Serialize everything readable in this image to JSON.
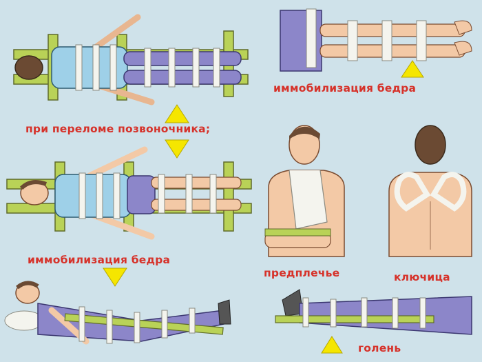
{
  "captions": {
    "spine": "при переломе позвоночника;",
    "hip_top": "иммобилизация бедра",
    "hip_bottom": "иммобилизация бедра",
    "forearm": "предплечье",
    "clavicle": "ключица",
    "shin": "голень"
  },
  "colors": {
    "background": "#cfe2ea",
    "caption": "#d6322a",
    "arrow": "#f5e600",
    "board": "#b9d257",
    "skin": "#f3c9a6",
    "shirt": "#9ed0e8",
    "pants": "#8c86c9",
    "bandage": "#f4f4ee"
  }
}
